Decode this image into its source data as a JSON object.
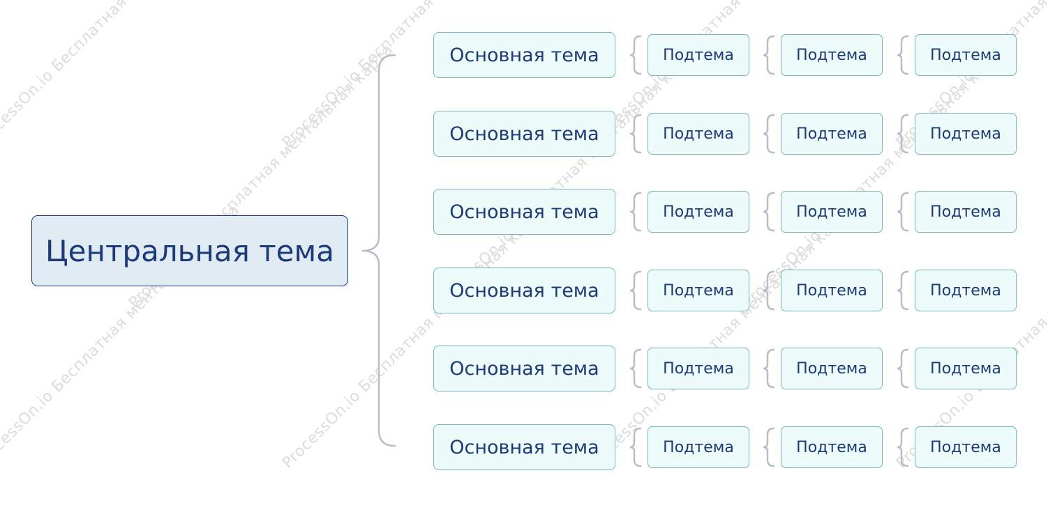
{
  "central": {
    "label": "Центральная тема"
  },
  "main_topics": [
    {
      "label": "Основная тема",
      "subtopics": [
        "Подтема",
        "Подтема",
        "Подтема"
      ]
    },
    {
      "label": "Основная тема",
      "subtopics": [
        "Подтема",
        "Подтема",
        "Подтема"
      ]
    },
    {
      "label": "Основная тема",
      "subtopics": [
        "Подтема",
        "Подтема",
        "Подтема"
      ]
    },
    {
      "label": "Основная тема",
      "subtopics": [
        "Подтема",
        "Подтема",
        "Подтема"
      ]
    },
    {
      "label": "Основная тема",
      "subtopics": [
        "Подтема",
        "Подтема",
        "Подтема"
      ]
    },
    {
      "label": "Основная тема",
      "subtopics": [
        "Подтема",
        "Подтема",
        "Подтема"
      ]
    }
  ],
  "watermark": {
    "text": "ProcessOn.io Бесплатная ментальная карта"
  },
  "colors": {
    "central_fill": "#e0eaf3",
    "central_border": "#1c3a78",
    "topic_fill": "#eefbfb",
    "topic_border": "#7ab3b6",
    "text": "#1c3a78",
    "connector": "#b9bec6",
    "watermark": "#dcdcdc"
  }
}
